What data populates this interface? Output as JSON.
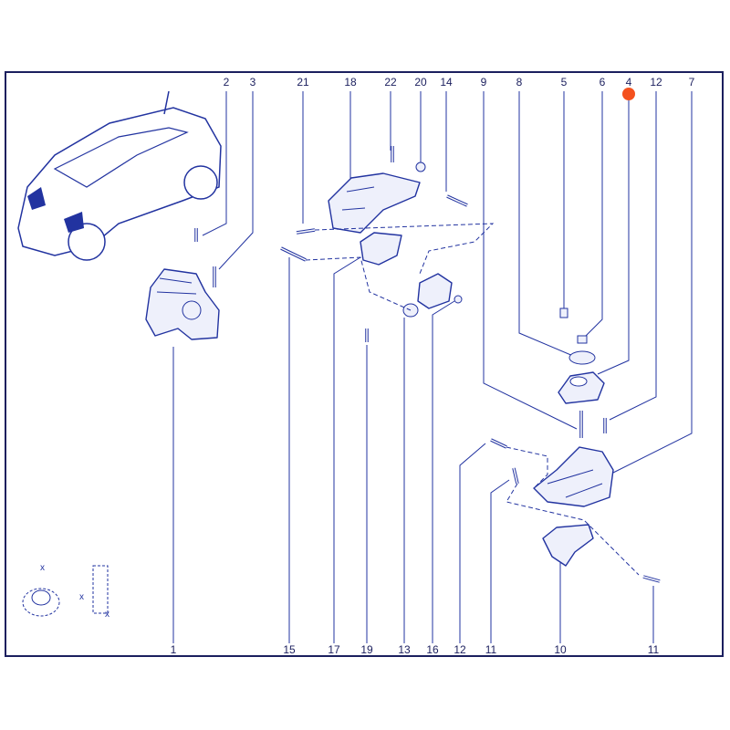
{
  "diagram": {
    "title": "",
    "colors": {
      "line": "#2233a0",
      "frame": "#1b1f5e",
      "marker": "#f4511e"
    },
    "top_labels": [
      "2",
      "3",
      "21",
      "18",
      "22",
      "20",
      "14",
      "9",
      "8",
      "5",
      "6",
      "4",
      "12",
      "7"
    ],
    "bottom_labels": [
      "1",
      "15",
      "17",
      "19",
      "13",
      "16",
      "12",
      "11",
      "10",
      "11"
    ],
    "highlighted_part": "4",
    "torque_symbols": [
      "x",
      "x",
      "x"
    ]
  }
}
